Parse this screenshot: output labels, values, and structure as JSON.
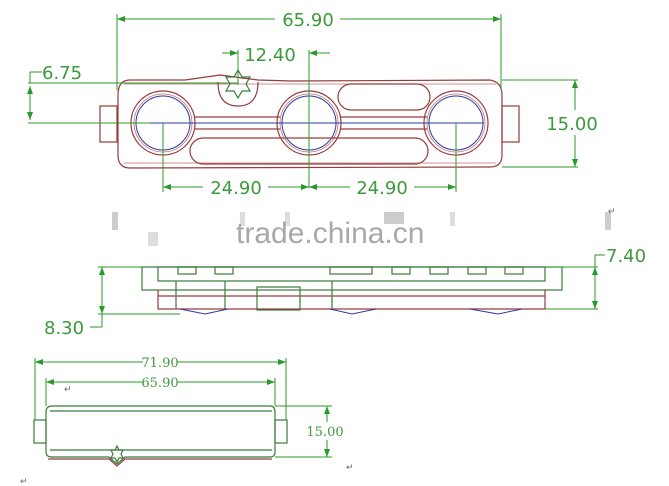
{
  "top_view": {
    "overall_length": "65.90",
    "notch_offset": "12.40",
    "notch_depth": "6.75",
    "height": "15.00",
    "pitch_left": "24.90",
    "pitch_right": "24.90"
  },
  "side_view": {
    "body_height": "7.40",
    "total_height": "8.30"
  },
  "bottom_view": {
    "overall_length_with_tabs": "71.90",
    "body_length": "65.90",
    "height": "15.00"
  },
  "watermark": "trade.china.cn",
  "paragraph_mark": "↵"
}
